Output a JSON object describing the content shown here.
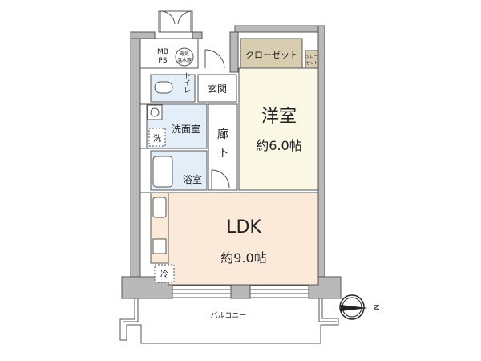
{
  "colors": {
    "wall": "#b9b9b9",
    "western_room": "#fbf8e6",
    "ldk": "#fbe9d9",
    "closet": "#d8cdb0",
    "wet_area": "#e3eef8"
  },
  "rooms": {
    "mbps_line1": "MB",
    "mbps_line2": "PS",
    "water_heater_line1": "電気",
    "water_heater_line2": "温水器",
    "closet": "クローゼット",
    "small_closet_line1": "クロー",
    "small_closet_line2": "ゼット",
    "toilet": "トイレ",
    "entrance": "玄関",
    "washroom": "洗面室",
    "washer": "洗",
    "hallway_line1": "廊",
    "hallway_line2": "下",
    "bath": "浴室",
    "western_room_name": "洋室",
    "western_room_size": "約6.0帖",
    "ldk_name": "LDK",
    "ldk_size": "約9.0帖",
    "fridge": "冷",
    "balcony": "バルコニー"
  },
  "compass": {
    "label": "N"
  }
}
